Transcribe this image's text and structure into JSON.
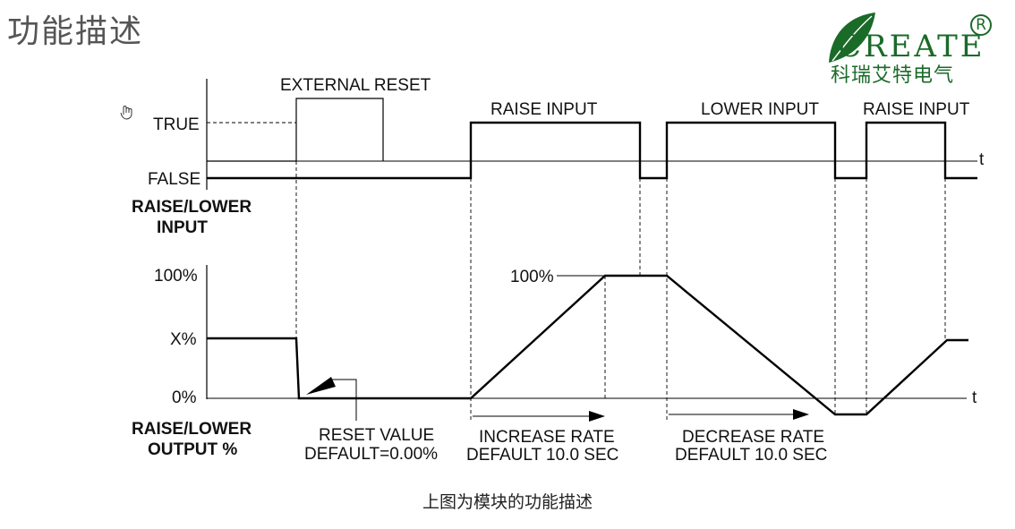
{
  "header": {
    "title": "功能描述"
  },
  "logo": {
    "word": "CREATE",
    "registered": "R",
    "cn_name": "科瑞艾特电气"
  },
  "top_chart": {
    "y_true": "TRUE",
    "y_false": "FALSE",
    "axis_t": "t",
    "ylabel_line1": "RAISE/LOWER",
    "ylabel_line2": "INPUT",
    "pulse_external_reset": "EXTERNAL RESET",
    "pulse_raise_1": "RAISE INPUT",
    "pulse_lower": "LOWER INPUT",
    "pulse_raise_2": "RAISE INPUT"
  },
  "bottom_chart": {
    "y_100": "100%",
    "y_x": "X%",
    "y_0": "0%",
    "axis_t": "t",
    "ylabel_line1": "RAISE/LOWER",
    "ylabel_line2": "OUTPUT %",
    "peak_label": "100%",
    "reset_value_line1": "RESET VALUE",
    "reset_value_line2": "DEFAULT=0.00%",
    "increase_rate_line1": "INCREASE RATE",
    "increase_rate_line2": "DEFAULT 10.0 SEC",
    "decrease_rate_line1": "DECREASE RATE",
    "decrease_rate_line2": "DEFAULT 10.0 SEC"
  },
  "caption": "上图为模块的功能描述",
  "icons": {
    "cursor": "hand-cursor-icon"
  }
}
